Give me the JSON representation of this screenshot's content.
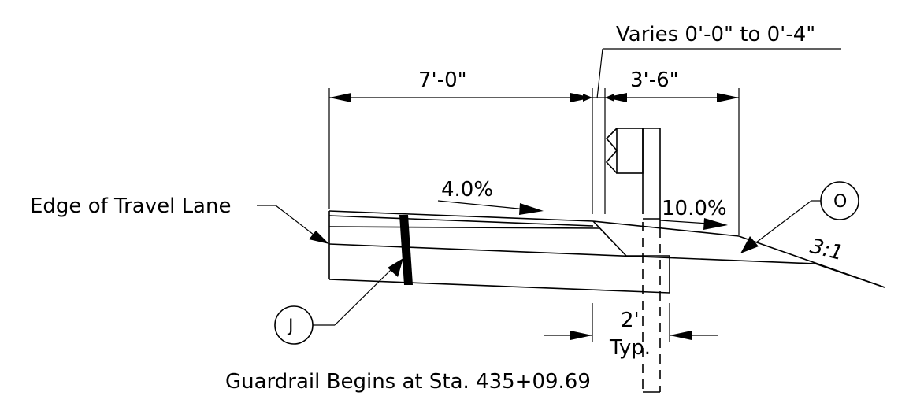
{
  "drawing": {
    "varies_note": "Varies 0'-0\" to 0'-4\"",
    "dim_left": "7'-0\"",
    "dim_right": "3'-6\"",
    "slope_lane": "4.0%",
    "slope_shoulder": "10.0%",
    "side_slope": "3:1",
    "edge_label": "Edge of Travel Lane",
    "callout_j": "J",
    "callout_o": "O",
    "post_offset_value": "2'",
    "post_offset_typ": "Typ.",
    "guardrail_note": "Guardrail Begins at Sta. 435+09.69"
  }
}
